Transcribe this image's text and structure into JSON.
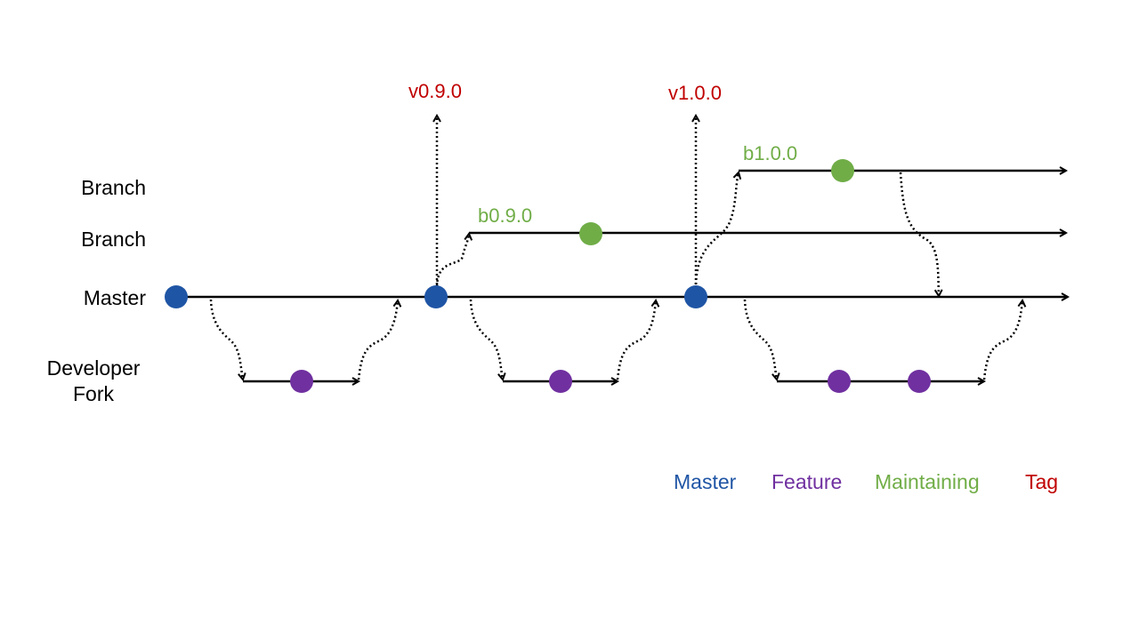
{
  "row_labels": {
    "branch_b1": "Branch",
    "branch_b0": "Branch",
    "master": "Master",
    "fork_line1": "Developer",
    "fork_line2": "Fork"
  },
  "tags": {
    "v090": "v0.9.0",
    "v100": "v1.0.0"
  },
  "branch_names": {
    "b090": "b0.9.0",
    "b100": "b1.0.0"
  },
  "legend": {
    "master": "Master",
    "feature": "Feature",
    "maintaining": "Maintaining",
    "tag": "Tag"
  },
  "colors": {
    "master": "#1f55a5",
    "feature": "#7030a0",
    "maintaining": "#70ad47",
    "tag": "#c00000",
    "line": "#000000"
  }
}
